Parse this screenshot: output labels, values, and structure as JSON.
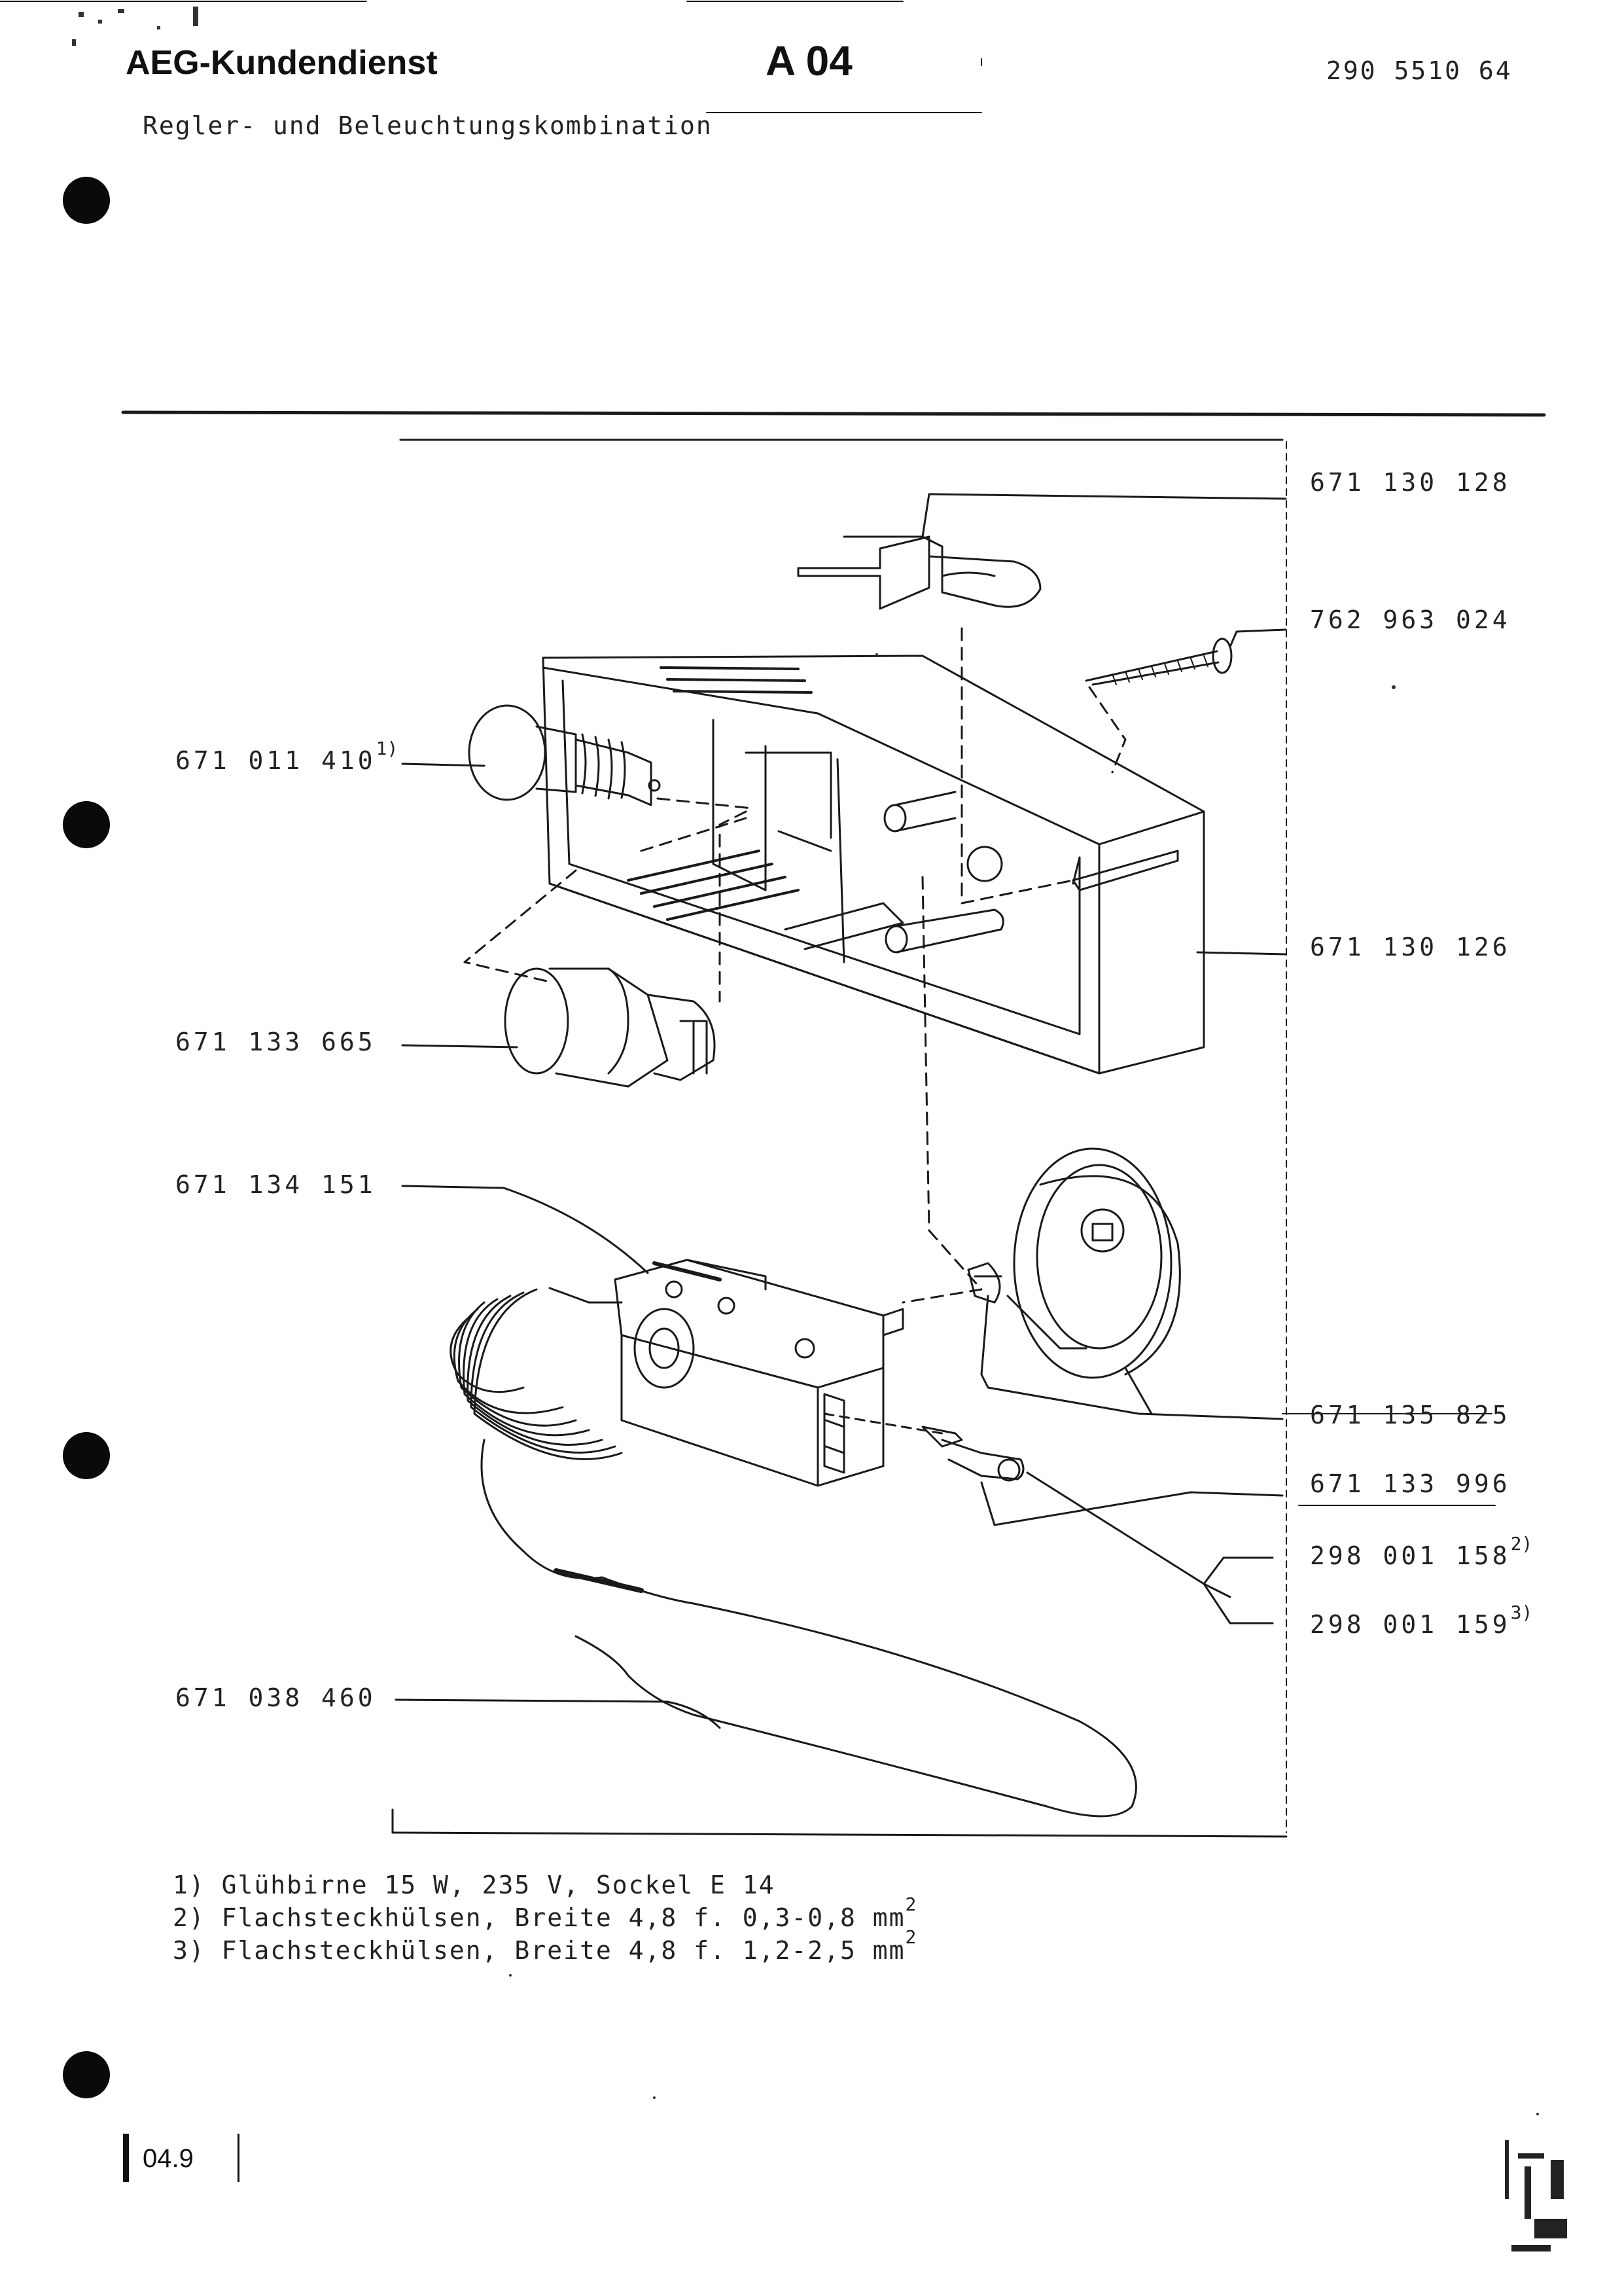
{
  "header": {
    "brand": "AEG-Kundendienst",
    "section_code": "A 04",
    "document_number": "290 5510 64",
    "subtitle": "Regler- und Beleuchtungskombination"
  },
  "parts": [
    {
      "number": "671 130 128",
      "note": ""
    },
    {
      "number": "762 963 024",
      "note": ""
    },
    {
      "number": "671 011 410",
      "note": "1)"
    },
    {
      "number": "671 130 126",
      "note": ""
    },
    {
      "number": "671 133 665",
      "note": ""
    },
    {
      "number": "671 134 151",
      "note": ""
    },
    {
      "number": "671 135 825",
      "note": ""
    },
    {
      "number": "671 133 996",
      "note": ""
    },
    {
      "number": "298 001 158",
      "note": "2)"
    },
    {
      "number": "298 001 159",
      "note": "3)"
    },
    {
      "number": "671 038 460",
      "note": ""
    }
  ],
  "footnotes": [
    {
      "text": "1) Glühbirne 15 W, 235 V, Sockel E 14",
      "unit": ""
    },
    {
      "text": "2) Flachsteckhülsen, Breite 4,8 f. 0,3-0,8 ",
      "unit": "mm",
      "exp": "2"
    },
    {
      "text": "3) Flachsteckhülsen, Breite 4,8 f. 1,2-2,5 ",
      "unit": "mm",
      "exp": "2"
    }
  ],
  "footer": {
    "date_code": "04.9"
  },
  "colors": {
    "ink": "#111111",
    "paper": "#ffffff"
  }
}
